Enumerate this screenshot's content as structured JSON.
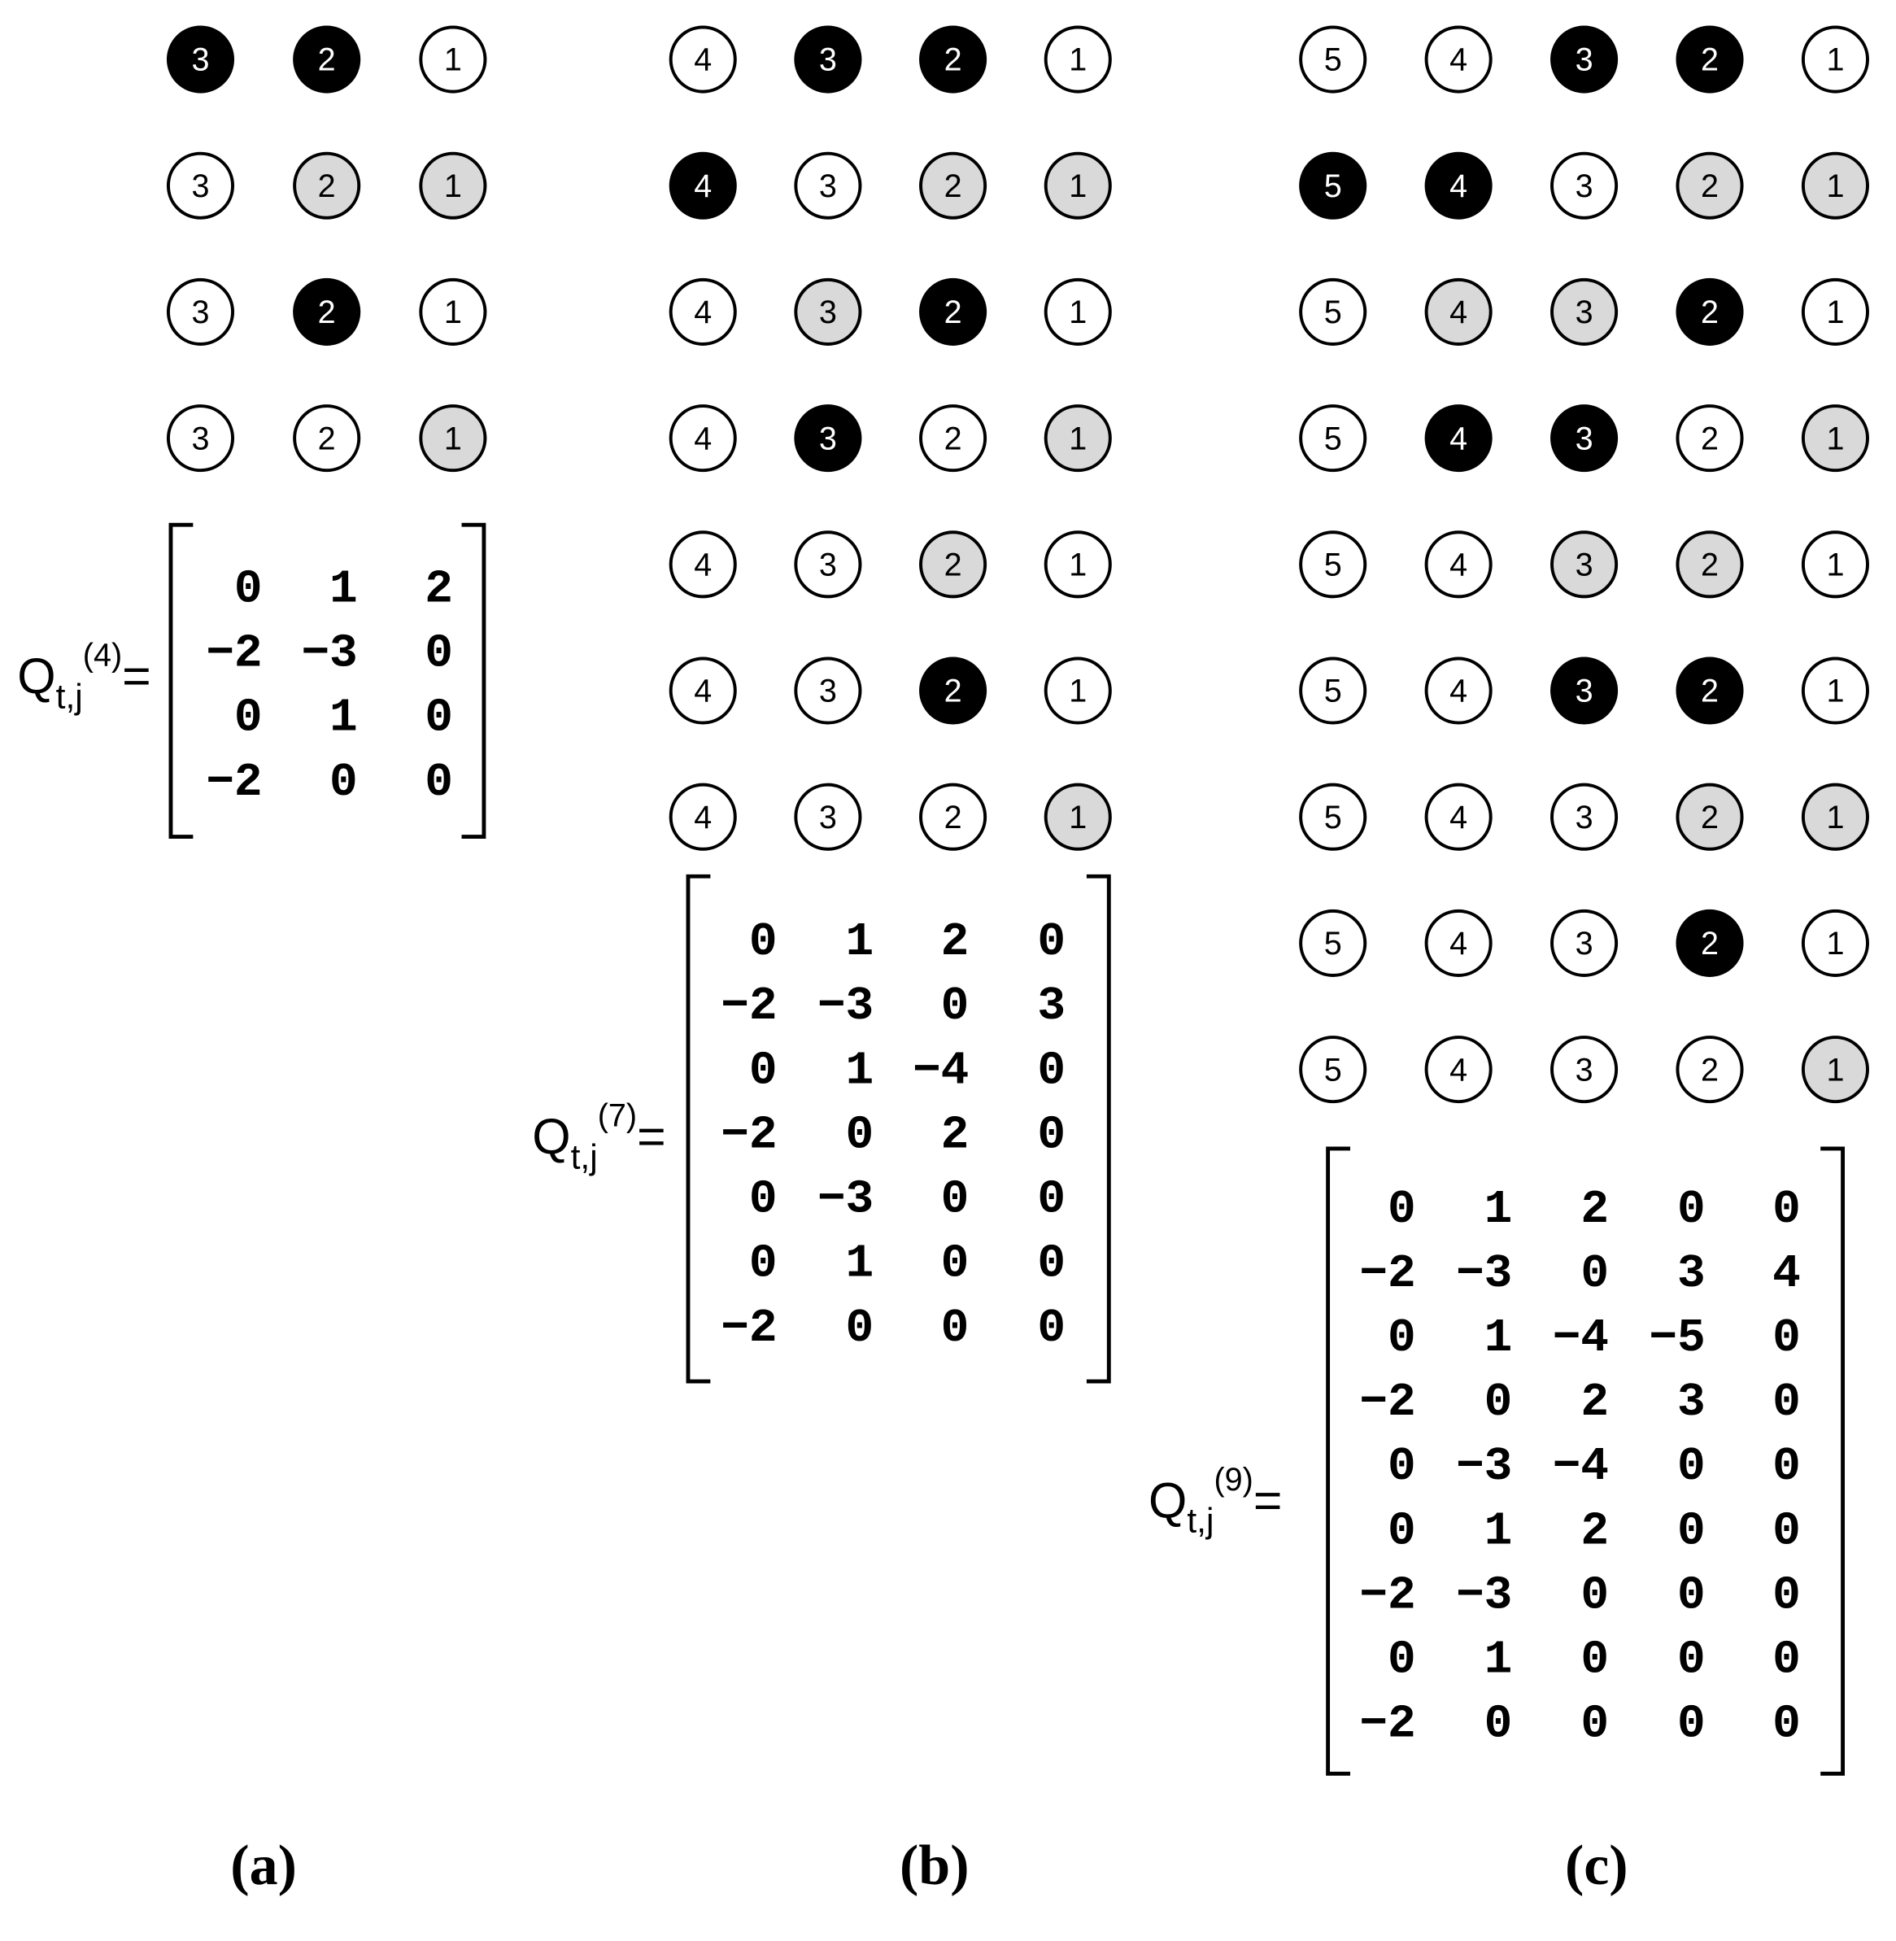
{
  "colors": {
    "black": "#000000",
    "gray": "#d9d9d9",
    "white": "#ffffff",
    "stroke": "#000000"
  },
  "panels": [
    {
      "label": "(a)",
      "q_base": "Q",
      "q_sub": "t,j",
      "q_sup": "(4)",
      "q_eq": "=",
      "grid": [
        [
          {
            "n": "3",
            "f": "black"
          },
          {
            "n": "2",
            "f": "black"
          },
          {
            "n": "1",
            "f": "white"
          }
        ],
        [
          {
            "n": "3",
            "f": "white"
          },
          {
            "n": "2",
            "f": "gray"
          },
          {
            "n": "1",
            "f": "gray"
          }
        ],
        [
          {
            "n": "3",
            "f": "white"
          },
          {
            "n": "2",
            "f": "black"
          },
          {
            "n": "1",
            "f": "white"
          }
        ],
        [
          {
            "n": "3",
            "f": "white"
          },
          {
            "n": "2",
            "f": "white"
          },
          {
            "n": "1",
            "f": "gray"
          }
        ]
      ],
      "matrix": [
        [
          "0",
          "1",
          "2"
        ],
        [
          "−2",
          "−3",
          "0"
        ],
        [
          "0",
          "1",
          "0"
        ],
        [
          "−2",
          "0",
          "0"
        ]
      ]
    },
    {
      "label": "(b)",
      "q_base": "Q",
      "q_sub": "t,j",
      "q_sup": "(7)",
      "q_eq": "=",
      "grid": [
        [
          {
            "n": "4",
            "f": "white"
          },
          {
            "n": "3",
            "f": "black"
          },
          {
            "n": "2",
            "f": "black"
          },
          {
            "n": "1",
            "f": "white"
          }
        ],
        [
          {
            "n": "4",
            "f": "black"
          },
          {
            "n": "3",
            "f": "white"
          },
          {
            "n": "2",
            "f": "gray"
          },
          {
            "n": "1",
            "f": "gray"
          }
        ],
        [
          {
            "n": "4",
            "f": "white"
          },
          {
            "n": "3",
            "f": "gray"
          },
          {
            "n": "2",
            "f": "black"
          },
          {
            "n": "1",
            "f": "white"
          }
        ],
        [
          {
            "n": "4",
            "f": "white"
          },
          {
            "n": "3",
            "f": "black"
          },
          {
            "n": "2",
            "f": "white"
          },
          {
            "n": "1",
            "f": "gray"
          }
        ],
        [
          {
            "n": "4",
            "f": "white"
          },
          {
            "n": "3",
            "f": "white"
          },
          {
            "n": "2",
            "f": "gray"
          },
          {
            "n": "1",
            "f": "white"
          }
        ],
        [
          {
            "n": "4",
            "f": "white"
          },
          {
            "n": "3",
            "f": "white"
          },
          {
            "n": "2",
            "f": "black"
          },
          {
            "n": "1",
            "f": "white"
          }
        ],
        [
          {
            "n": "4",
            "f": "white"
          },
          {
            "n": "3",
            "f": "white"
          },
          {
            "n": "2",
            "f": "white"
          },
          {
            "n": "1",
            "f": "gray"
          }
        ]
      ],
      "matrix": [
        [
          "0",
          "1",
          "2",
          "0"
        ],
        [
          "−2",
          "−3",
          "0",
          "3"
        ],
        [
          "0",
          "1",
          "−4",
          "0"
        ],
        [
          "−2",
          "0",
          "2",
          "0"
        ],
        [
          "0",
          "−3",
          "0",
          "0"
        ],
        [
          "0",
          "1",
          "0",
          "0"
        ],
        [
          "−2",
          "0",
          "0",
          "0"
        ]
      ]
    },
    {
      "label": "(c)",
      "q_base": "Q",
      "q_sub": "t,j",
      "q_sup": "(9)",
      "q_eq": "=",
      "grid": [
        [
          {
            "n": "5",
            "f": "white"
          },
          {
            "n": "4",
            "f": "white"
          },
          {
            "n": "3",
            "f": "black"
          },
          {
            "n": "2",
            "f": "black"
          },
          {
            "n": "1",
            "f": "white"
          }
        ],
        [
          {
            "n": "5",
            "f": "black"
          },
          {
            "n": "4",
            "f": "black"
          },
          {
            "n": "3",
            "f": "white"
          },
          {
            "n": "2",
            "f": "gray"
          },
          {
            "n": "1",
            "f": "gray"
          }
        ],
        [
          {
            "n": "5",
            "f": "white"
          },
          {
            "n": "4",
            "f": "gray"
          },
          {
            "n": "3",
            "f": "gray"
          },
          {
            "n": "2",
            "f": "black"
          },
          {
            "n": "1",
            "f": "white"
          }
        ],
        [
          {
            "n": "5",
            "f": "white"
          },
          {
            "n": "4",
            "f": "black"
          },
          {
            "n": "3",
            "f": "black"
          },
          {
            "n": "2",
            "f": "white"
          },
          {
            "n": "1",
            "f": "gray"
          }
        ],
        [
          {
            "n": "5",
            "f": "white"
          },
          {
            "n": "4",
            "f": "white"
          },
          {
            "n": "3",
            "f": "gray"
          },
          {
            "n": "2",
            "f": "gray"
          },
          {
            "n": "1",
            "f": "white"
          }
        ],
        [
          {
            "n": "5",
            "f": "white"
          },
          {
            "n": "4",
            "f": "white"
          },
          {
            "n": "3",
            "f": "black"
          },
          {
            "n": "2",
            "f": "black"
          },
          {
            "n": "1",
            "f": "white"
          }
        ],
        [
          {
            "n": "5",
            "f": "white"
          },
          {
            "n": "4",
            "f": "white"
          },
          {
            "n": "3",
            "f": "white"
          },
          {
            "n": "2",
            "f": "gray"
          },
          {
            "n": "1",
            "f": "gray"
          }
        ],
        [
          {
            "n": "5",
            "f": "white"
          },
          {
            "n": "4",
            "f": "white"
          },
          {
            "n": "3",
            "f": "white"
          },
          {
            "n": "2",
            "f": "black"
          },
          {
            "n": "1",
            "f": "white"
          }
        ],
        [
          {
            "n": "5",
            "f": "white"
          },
          {
            "n": "4",
            "f": "white"
          },
          {
            "n": "3",
            "f": "white"
          },
          {
            "n": "2",
            "f": "white"
          },
          {
            "n": "1",
            "f": "gray"
          }
        ]
      ],
      "matrix": [
        [
          "0",
          "1",
          "2",
          "0",
          "0"
        ],
        [
          "−2",
          "−3",
          "0",
          "3",
          "4"
        ],
        [
          "0",
          "1",
          "−4",
          "−5",
          "0"
        ],
        [
          "−2",
          "0",
          "2",
          "3",
          "0"
        ],
        [
          "0",
          "−3",
          "−4",
          "0",
          "0"
        ],
        [
          "0",
          "1",
          "2",
          "0",
          "0"
        ],
        [
          "−2",
          "−3",
          "0",
          "0",
          "0"
        ],
        [
          "0",
          "1",
          "0",
          "0",
          "0"
        ],
        [
          "−2",
          "0",
          "0",
          "0",
          "0"
        ]
      ]
    }
  ]
}
